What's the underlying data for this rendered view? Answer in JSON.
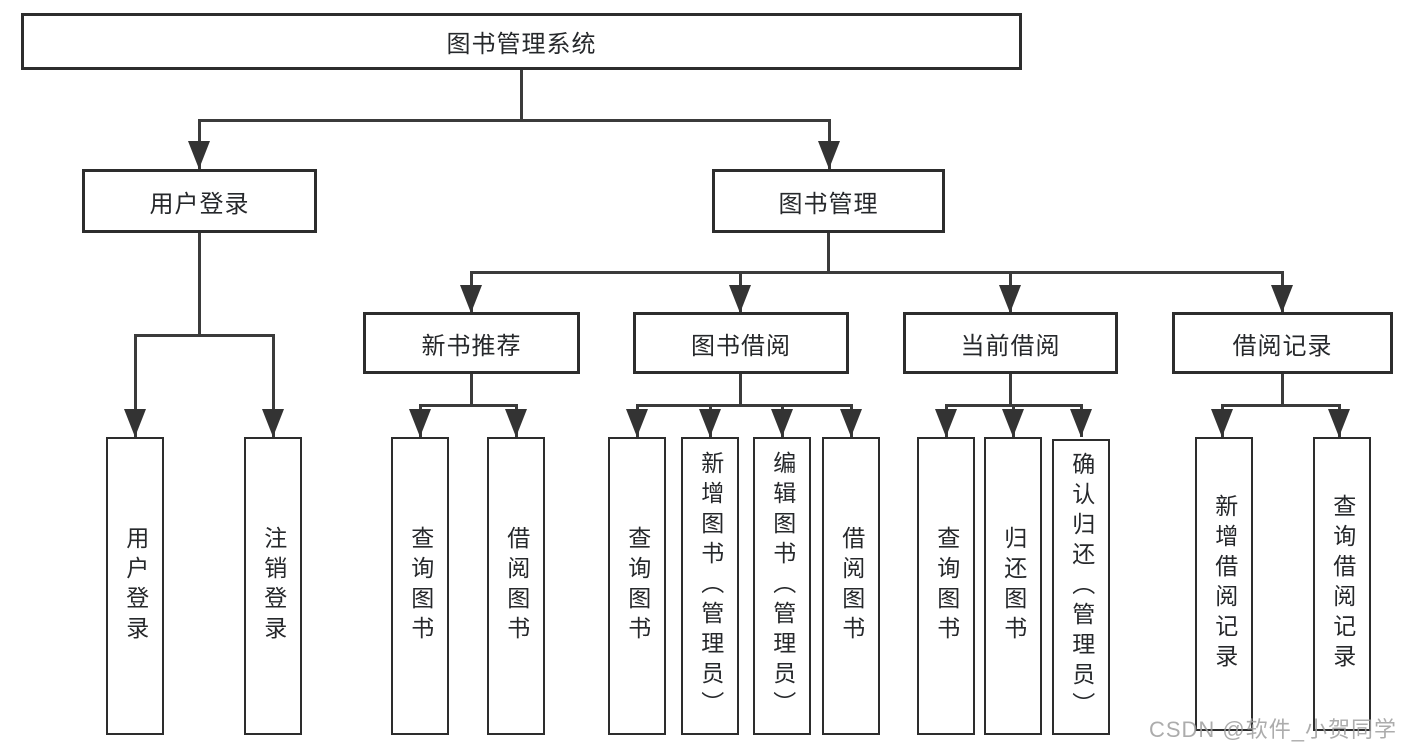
{
  "title": "图书管理系统",
  "watermark": "CSDN @软件_小贺同学",
  "colors": {
    "line": "#3b3b3b",
    "box_border": "#2d2d2d",
    "text": "#26282b",
    "background": "#ffffff",
    "watermark": "#9e9e9e"
  },
  "tree": {
    "root": {
      "label": "图书管理系统"
    },
    "user_login": {
      "label": "用户登录",
      "children": [
        {
          "label": "用户登录"
        },
        {
          "label": "注销登录"
        }
      ]
    },
    "book_mgmt": {
      "label": "图书管理",
      "sections": [
        {
          "label": "新书推荐",
          "children": [
            {
              "label": "查询图书"
            },
            {
              "label": "借阅图书"
            }
          ]
        },
        {
          "label": "图书借阅",
          "children": [
            {
              "label": "查询图书"
            },
            {
              "label": "新增图书（管理员）"
            },
            {
              "label": "编辑图书（管理员）"
            },
            {
              "label": "借阅图书"
            }
          ]
        },
        {
          "label": "当前借阅",
          "children": [
            {
              "label": "查询图书"
            },
            {
              "label": "归还图书"
            },
            {
              "label": "确认归还（管理员）"
            }
          ]
        },
        {
          "label": "借阅记录",
          "children": [
            {
              "label": "新增借阅记录"
            },
            {
              "label": "查询借阅记录"
            }
          ]
        }
      ]
    }
  }
}
